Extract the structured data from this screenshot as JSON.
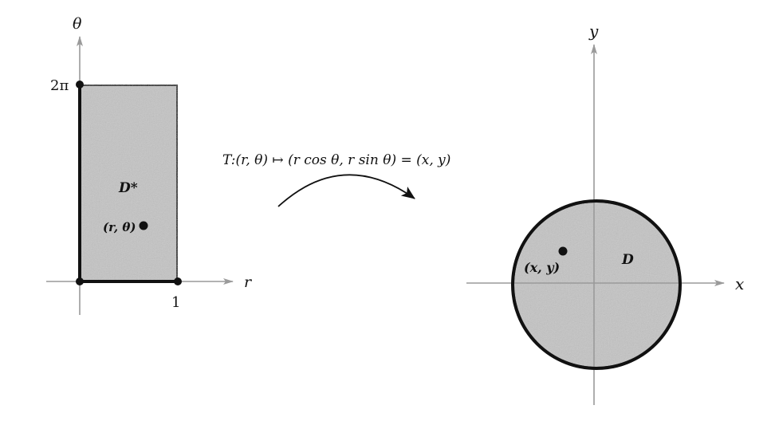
{
  "left_plane": {
    "vertical_axis_label": "θ",
    "horizontal_axis_label": "r",
    "top_tick_label": "2π",
    "right_tick_label": "1",
    "region_label": "D*",
    "point_label": "(r, θ)"
  },
  "transformation": {
    "formula": "T:(r, θ) ↦ (r cos θ, r sin θ) = (x, y)"
  },
  "right_plane": {
    "vertical_axis_label": "y",
    "horizontal_axis_label": "x",
    "region_label": "D",
    "point_label": "(x, y)"
  },
  "colors": {
    "region_fill": "#c4c4c4",
    "outline": "#111111",
    "axis": "#9a9a9a"
  }
}
